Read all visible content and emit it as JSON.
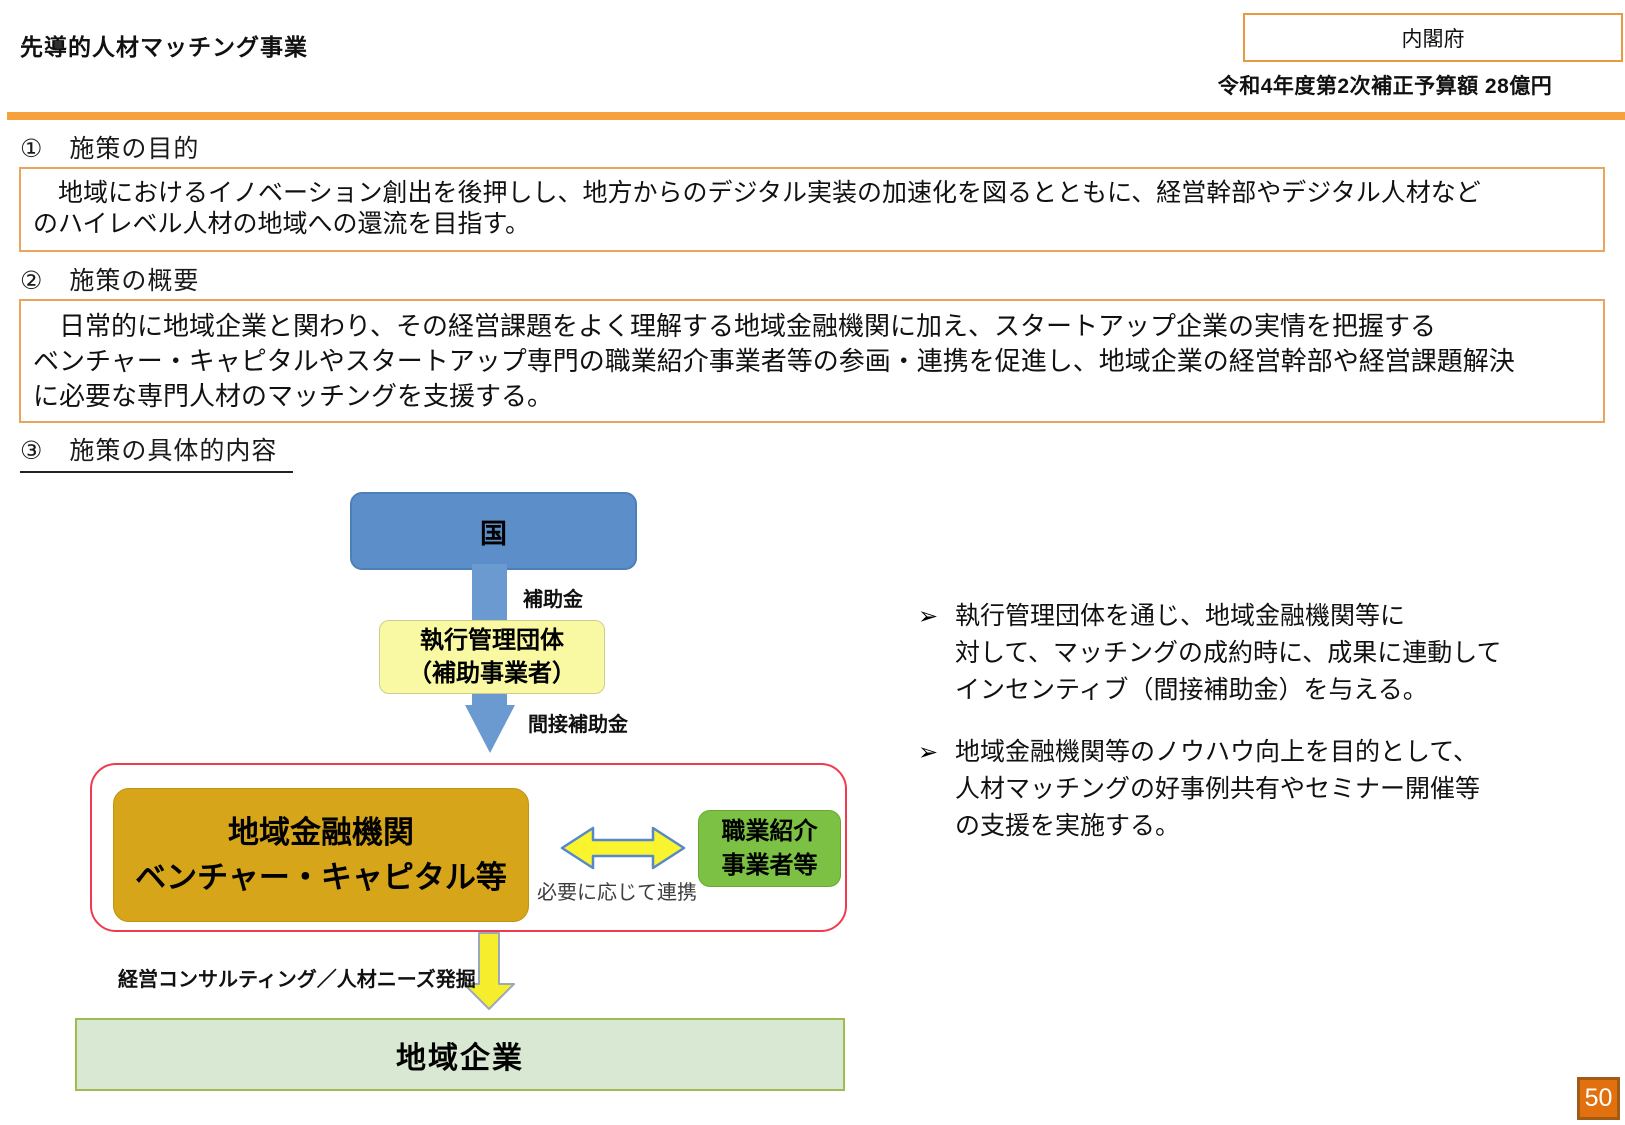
{
  "header": {
    "title": "先導的人材マッチング事業",
    "ministry": "内閣府",
    "budget": "令和4年度第2次補正予算額 28億円"
  },
  "sections": {
    "s1": {
      "heading": "①　施策の目的",
      "body": "　地域におけるイノベーション創出を後押しし、地方からのデジタル実装の加速化を図るとともに、経営幹部やデジタル人材など\nのハイレベル人材の地域への還流を目指す。"
    },
    "s2": {
      "heading": "②　施策の概要",
      "body": "　日常的に地域企業と関わり、その経営課題をよく理解する地域金融機関に加え、スタートアップ企業の実情を把握する\nベンチャー・キャピタルやスタートアップ専門の職業紹介事業者等の参画・連携を促進し、地域企業の経営幹部や経営課題解決\nに必要な専門人材のマッチングを支援する。"
    },
    "s3": {
      "heading": "③　施策の具体的内容"
    }
  },
  "diagram": {
    "national": "国",
    "subsidy_label": "補助金",
    "agency_line1": "執行管理団体",
    "agency_line2": "（補助事業者）",
    "indirect_subsidy_label": "間接補助金",
    "finance_line1": "地域金融機関",
    "finance_line2": "ベンチャー・キャピタル等",
    "cooperate_label": "必要に応じて連携",
    "placement_line1": "職業紹介",
    "placement_line2": "事業者等",
    "consulting_label": "経営コンサルティング／人材ニーズ発掘",
    "company": "地域企業"
  },
  "bullets": [
    {
      "marker": "➢",
      "text": "執行管理団体を通じ、地域金融機関等に\n対して、マッチングの成約時に、成果に連動して\nインセンティブ（間接補助金）を与える。"
    },
    {
      "marker": "➢",
      "text": "地域金融機関等のノウハウ向上を目的として、\n人材マッチングの好事例共有やセミナー開催等\nの支援を実施する。"
    }
  ],
  "page_number": "50",
  "colors": {
    "accent_orange": "#f5a13c",
    "box_border_orange": "#e9a55c",
    "national_blue": "#5c8fc9",
    "agency_yellow": "#f9f9a3",
    "finance_gold": "#d6a51a",
    "placement_green": "#7cc143",
    "company_band_green": "#d9e8d2",
    "frame_red": "#ef3b4e",
    "arrow_yellow": "#f9f42e",
    "page_badge_orange": "#e2700f"
  }
}
